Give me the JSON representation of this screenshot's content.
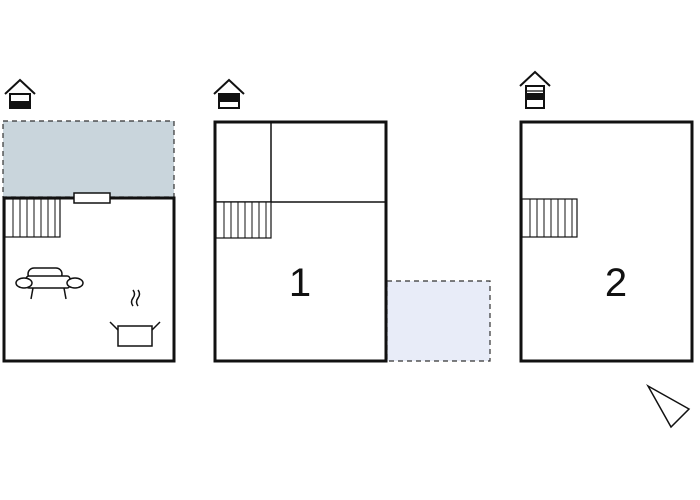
{
  "floors": [
    {
      "id": "ground",
      "level_icon": "house-level-ground-icon",
      "room_label": "",
      "features": [
        "terrace",
        "staircase",
        "door",
        "sofa",
        "cooking-pot"
      ]
    },
    {
      "id": "first",
      "level_icon": "house-level-first-icon",
      "room_label": "1",
      "features": [
        "staircase",
        "balcony"
      ]
    },
    {
      "id": "second",
      "level_icon": "house-level-second-icon",
      "room_label": "2",
      "features": [
        "staircase"
      ]
    }
  ],
  "icons": {
    "compass": "north-arrow-icon",
    "sofa": "sofa-icon",
    "kitchen": "cooking-pot-icon"
  },
  "colors": {
    "wall": "#111111",
    "terrace": "#c9d5dc",
    "balcony": "#e8ecf8",
    "background": "#ffffff"
  }
}
